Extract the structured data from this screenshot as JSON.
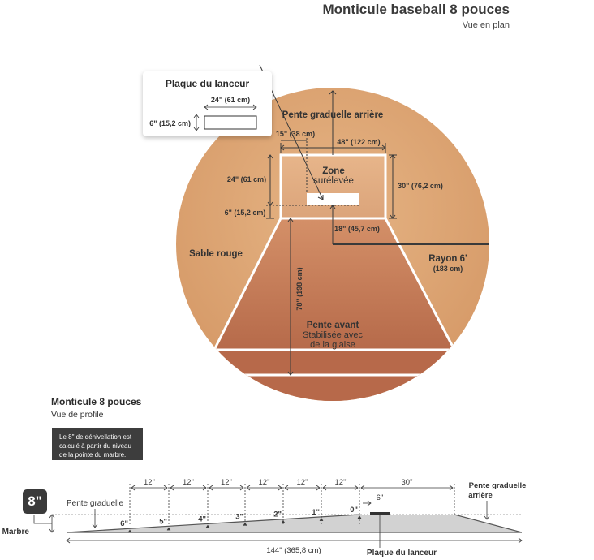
{
  "title": "Monticule baseball 8 pouces",
  "subtitle": "Vue en plan",
  "plan": {
    "callout": {
      "title": "Plaque du lanceur",
      "width_label": "24\" (61 cm)",
      "height_label": "6\" (15,2 cm)"
    },
    "back_slope": "Pente graduelle arrière",
    "raised_zone": [
      "Zone",
      "surélevée"
    ],
    "red_sand": "Sable rouge",
    "radius_label": "Rayon 6'",
    "radius_metric": "(183 cm)",
    "front_slope": {
      "title": "Pente avant",
      "line1": "Stabilisée avec",
      "line2": "de la glaise"
    },
    "dims": {
      "d15": "15\" (38 cm)",
      "d48": "48\" (122 cm)",
      "d24": "24\" (61 cm)",
      "d30": "30\" (76,2 cm)",
      "d6": "6\" (15,2 cm)",
      "d18": "18\" (45,7 cm)",
      "d78": "78\" (198 cm)"
    }
  },
  "profile": {
    "title": "Monticule 8 pouces",
    "subtitle": "Vue de profile",
    "note": [
      "Le 8\" de dénivellation est",
      "calculé à partir du niveau",
      "de la pointe du marbre."
    ],
    "badge": "8\"",
    "home_plate": "Marbre",
    "gradual_slope": "Pente graduelle",
    "gradual_slope_back": [
      "Pente graduelle",
      "arrière"
    ],
    "segment_labels": [
      "12\"",
      "12\"",
      "12\"",
      "12\"",
      "12\"",
      "12\"",
      "30\""
    ],
    "heights": [
      "6\"",
      "5\"",
      "4\"",
      "3\"",
      "2\"",
      "1\"",
      "0\""
    ],
    "plate_offset": "6\"",
    "total_length": "144\" (365,8 cm)",
    "rubber_label": "Plaque du lanceur"
  }
}
